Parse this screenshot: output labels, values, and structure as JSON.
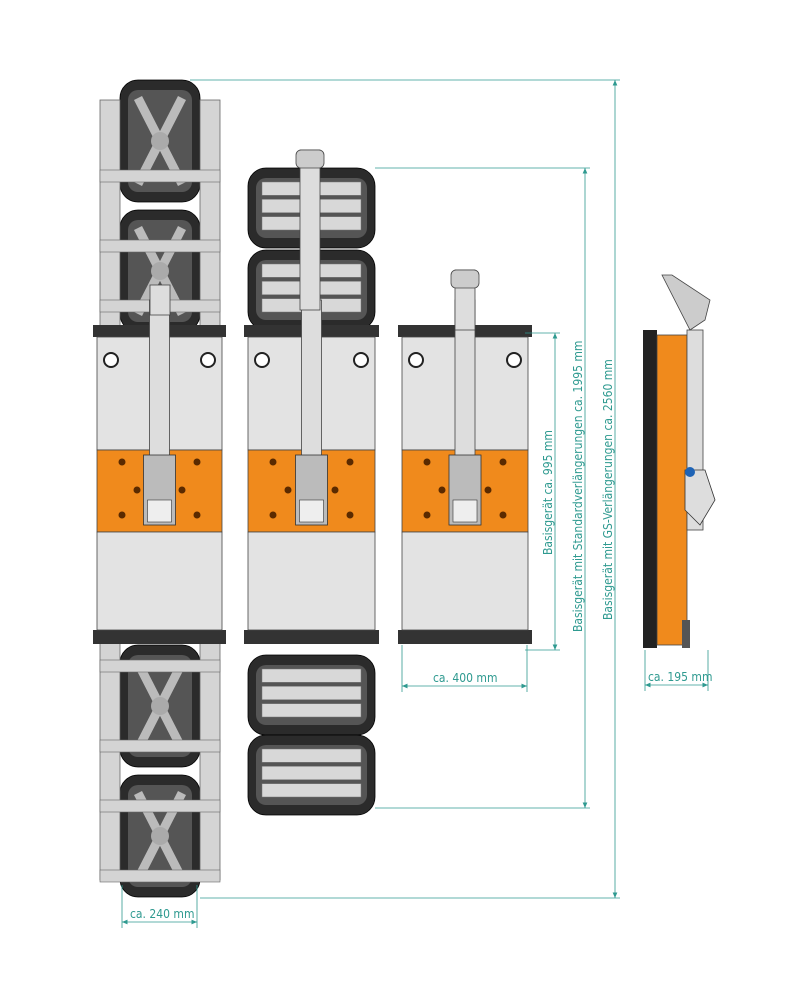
{
  "colors": {
    "dimension": "#2f9a90",
    "orange": "#f08a1c",
    "body_gray": "#e3e3e3",
    "pad_dark": "#2b2b2b",
    "rail": "#d4d4d4"
  },
  "dimensions": {
    "width_gs": "ca. 240 mm",
    "width_base": "ca. 400 mm",
    "depth_side": "ca. 195 mm",
    "length_base": "Basisgerät ca. 995 mm",
    "length_standard": "Basisgerät mit Standardverlängerungen ca. 1995 mm",
    "length_gs": "Basisgerät mit GS-Verlängerungen ca. 2560 mm"
  },
  "views": [
    {
      "name": "gs-extension-view"
    },
    {
      "name": "standard-extension-view"
    },
    {
      "name": "base-device-view"
    },
    {
      "name": "side-view"
    }
  ]
}
